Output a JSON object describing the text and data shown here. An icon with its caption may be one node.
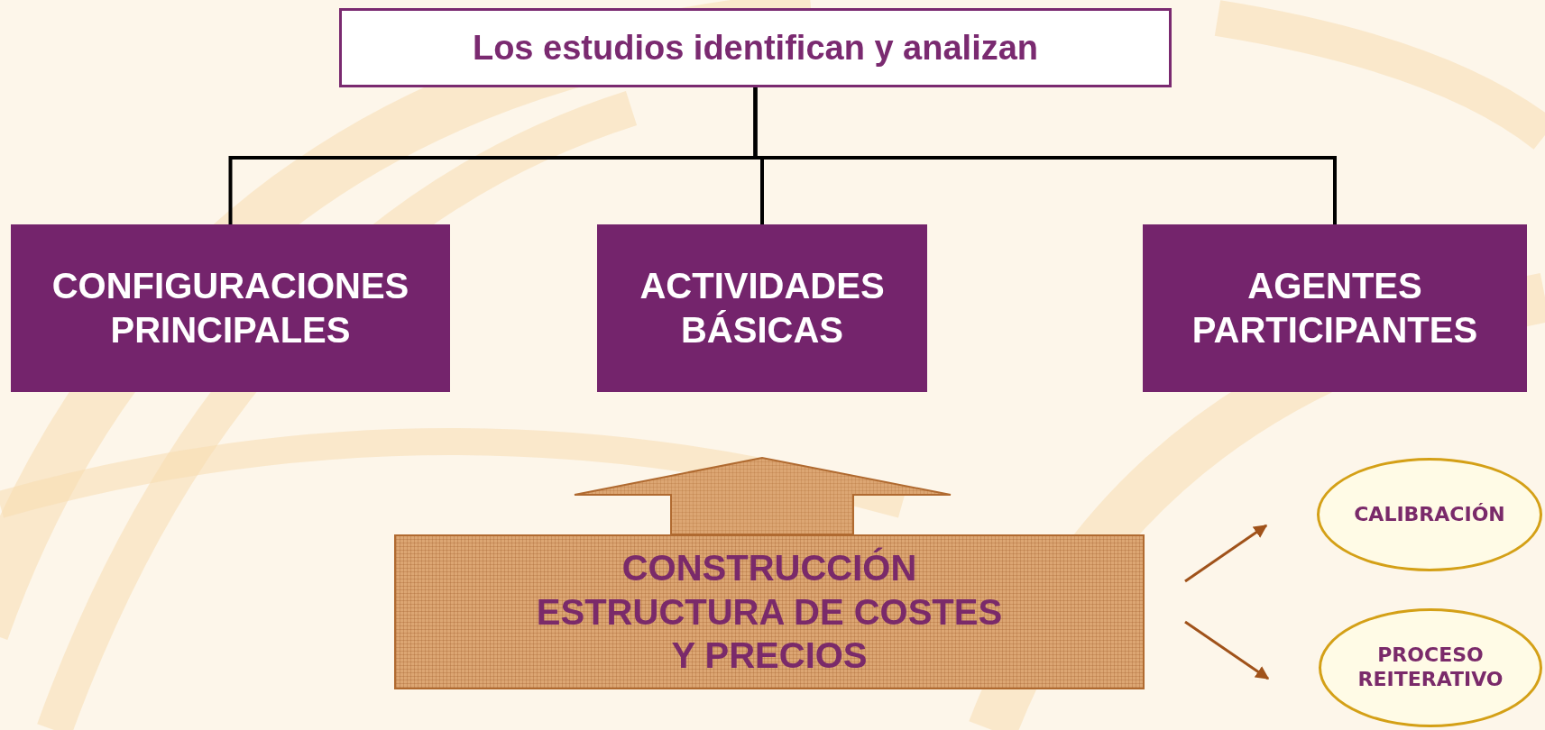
{
  "diagram": {
    "nodes": [
      {
        "text": [
          "Los estudios identifican y analizan"
        ]
      },
      {
        "text": [
          "CONFIGURACIONES PRINCIPALES"
        ]
      },
      {
        "text": [
          "ACTIVIDADES BÁSICAS"
        ]
      },
      {
        "text": [
          "AGENTES PARTICIPANTES"
        ]
      },
      {
        "text": [
          "CONSTRUCCIÓN ESTRUCTURA DE COSTES Y PRECIOS"
        ]
      },
      {
        "text": [
          "CALIBRACIÓN"
        ]
      },
      {
        "text": [
          "PROCESO REITERATIVO"
        ]
      }
    ],
    "edges": [
      {
        "from": 0,
        "to": 1,
        "arrow": "none"
      },
      {
        "from": 0,
        "to": 2,
        "arrow": "none"
      },
      {
        "from": 0,
        "to": 3,
        "arrow": "none"
      },
      {
        "from": 4,
        "to": 2,
        "arrow": "to",
        "style": "thick",
        "color": "#d9a06a"
      },
      {
        "from": 4,
        "to": 5,
        "arrow": "to",
        "color": "#a0521a"
      },
      {
        "from": 4,
        "to": 6,
        "arrow": "to",
        "color": "#a0521a"
      }
    ]
  }
}
